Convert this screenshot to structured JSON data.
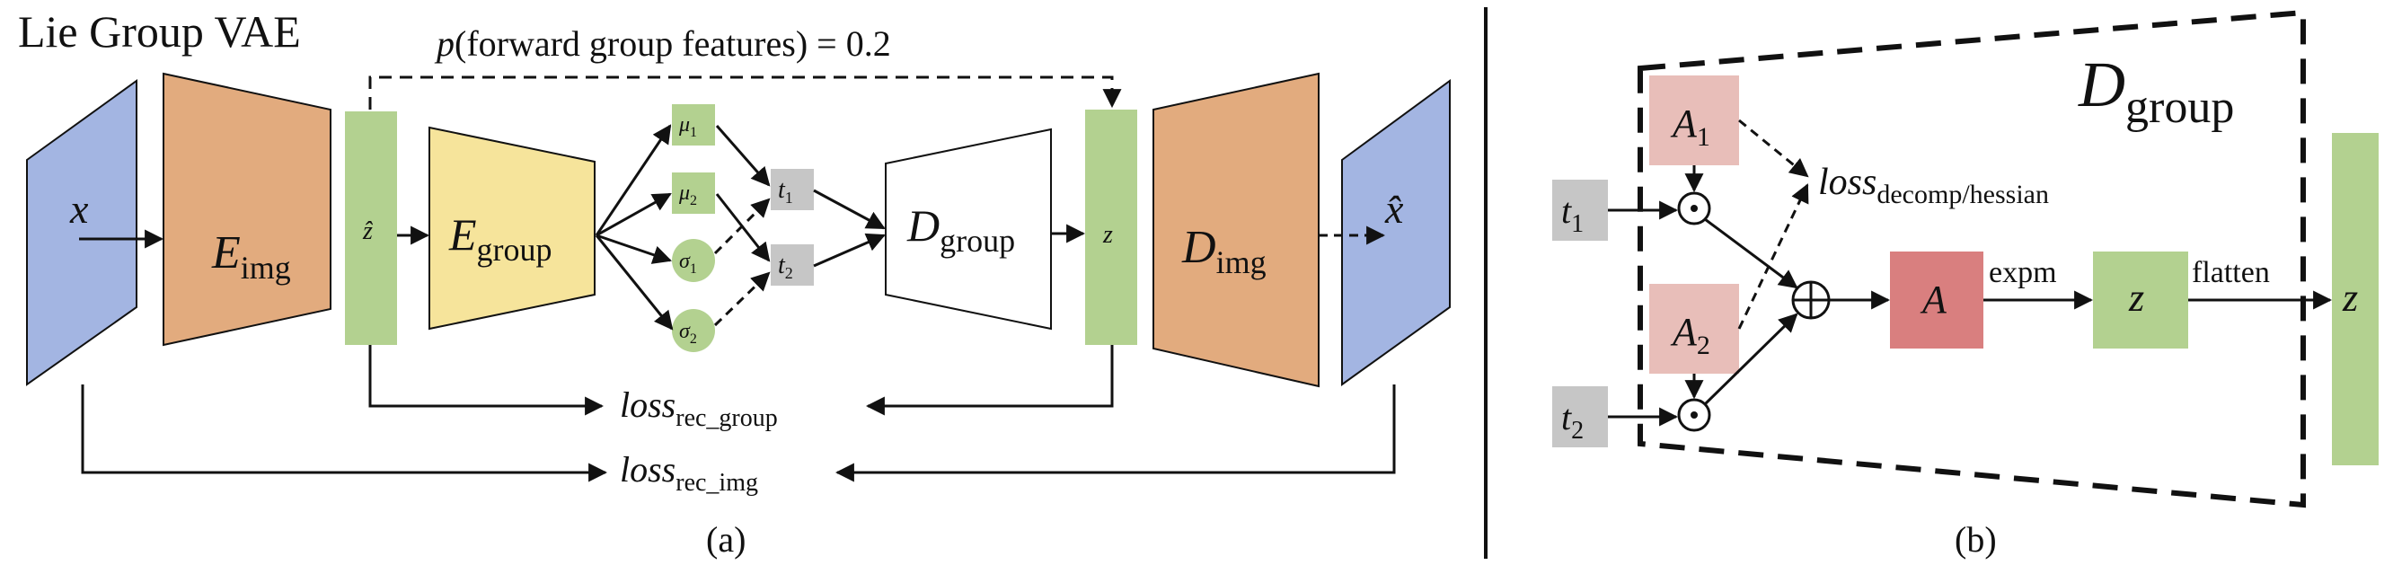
{
  "panel_a": {
    "title": "Lie Group VAE",
    "skip_label_p": "p",
    "skip_label_rest": "(forward group features) = 0.2",
    "input_label": "x",
    "encoder_img": {
      "main": "E",
      "sub": "img"
    },
    "latent_hat_label": "ẑ",
    "encoder_group": {
      "main": "E",
      "sub": "group"
    },
    "mu1": {
      "main": "μ",
      "sub": "1"
    },
    "mu2": {
      "main": "μ",
      "sub": "2"
    },
    "sigma1": {
      "main": "σ",
      "sub": "1"
    },
    "sigma2": {
      "main": "σ",
      "sub": "2"
    },
    "t1": {
      "main": "t",
      "sub": "1"
    },
    "t2": {
      "main": "t",
      "sub": "2"
    },
    "decoder_group": {
      "main": "D",
      "sub": "group"
    },
    "latent_label": "z",
    "decoder_img": {
      "main": "D",
      "sub": "img"
    },
    "output_label": "x̂",
    "loss_group": {
      "main": "loss",
      "sub": "rec_group"
    },
    "loss_img": {
      "main": "loss",
      "sub": "rec_img"
    },
    "caption": "(a)"
  },
  "panel_b": {
    "title": {
      "main": "D",
      "sub": "group"
    },
    "a1": {
      "main": "A",
      "sub": "1"
    },
    "a2": {
      "main": "A",
      "sub": "2"
    },
    "t1": {
      "main": "t",
      "sub": "1"
    },
    "t2": {
      "main": "t",
      "sub": "2"
    },
    "odot": "⊙",
    "oplus": "⊕",
    "loss": {
      "main": "loss",
      "sub": "decomp/hessian"
    },
    "a_label": "A",
    "expm_label": "expm",
    "z_label": "z",
    "flatten_label": "flatten",
    "z_out_label": "z",
    "caption": "(b)"
  },
  "colors": {
    "input_blue": "#a3b5e2",
    "encoder_orange": "#e2ab7e",
    "latent_green": "#b3d190",
    "group_yellow": "#f6e49b",
    "t_gray": "#c6c6c6",
    "a_pink": "#e8beb9",
    "a_red": "#d97f7f"
  }
}
